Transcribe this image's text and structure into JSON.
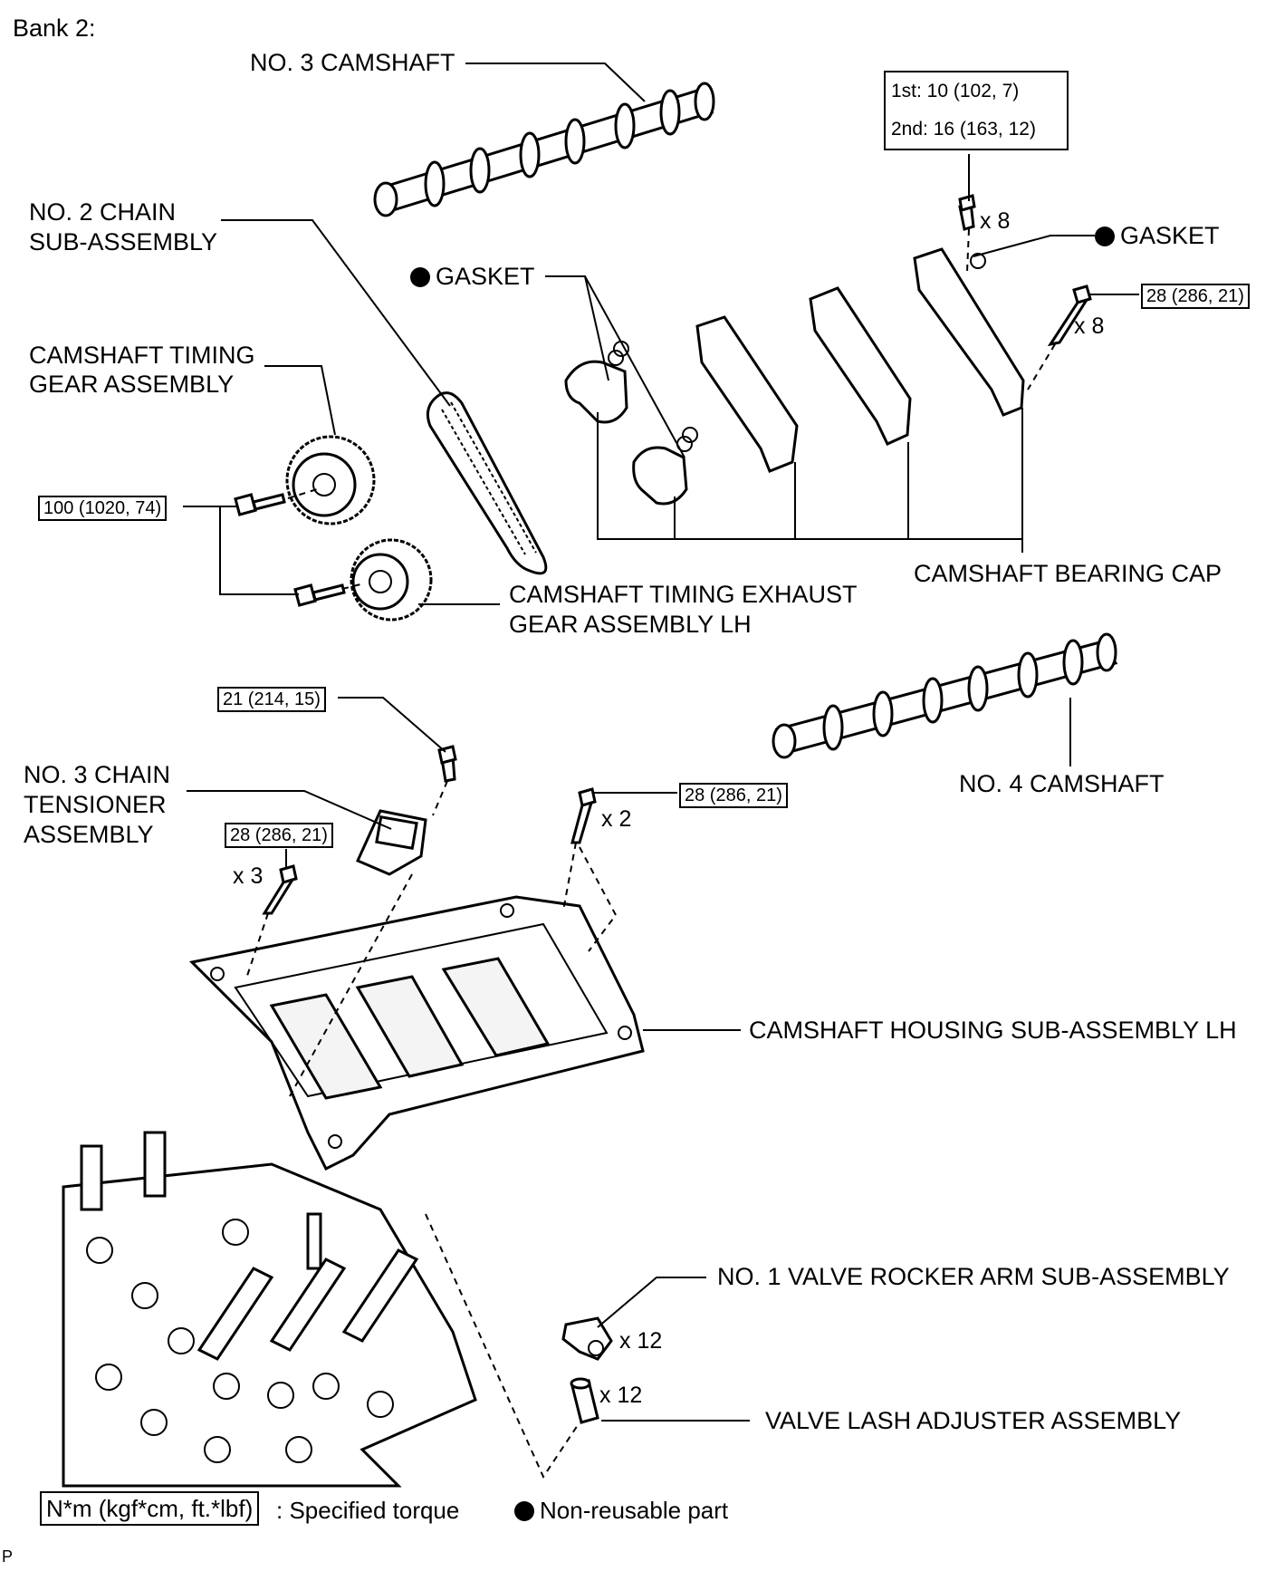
{
  "heading": "Bank 2:",
  "labels": {
    "no3_camshaft": "NO. 3 CAMSHAFT",
    "no2_chain_line1": "NO. 2 CHAIN",
    "no2_chain_line2": "SUB-ASSEMBLY",
    "gasket_left": "GASKET",
    "gasket_right": "GASKET",
    "timing_gear_line1": "CAMSHAFT TIMING",
    "timing_gear_line2": "GEAR ASSEMBLY",
    "exhaust_gear_line1": "CAMSHAFT TIMING EXHAUST",
    "exhaust_gear_line2": "GEAR ASSEMBLY LH",
    "bearing_cap": "CAMSHAFT BEARING CAP",
    "no4_camshaft": "NO. 4 CAMSHAFT",
    "tensioner_line1": "NO. 3 CHAIN",
    "tensioner_line2": "TENSIONER",
    "tensioner_line3": "ASSEMBLY",
    "housing": "CAMSHAFT HOUSING SUB-ASSEMBLY LH",
    "rocker_arm": "NO. 1 VALVE ROCKER ARM SUB-ASSEMBLY",
    "lash_adjuster": "VALVE LASH ADJUSTER ASSEMBLY"
  },
  "torques": {
    "bearing_cap_first": "1st: 10 (102, 7)",
    "bearing_cap_second": "2nd: 16 (163, 12)",
    "cap_bolt_outer": "28 (286, 21)",
    "gear_bolt": "100 (1020, 74)",
    "tensioner_bolt": "21 (214, 15)",
    "housing_bolt_a": "28 (286, 21)",
    "housing_bolt_b": "28 (286, 21)"
  },
  "quantities": {
    "cap_bolts_inner": "x 8",
    "cap_bolts_outer": "x 8",
    "housing_bolts_a": "x 2",
    "housing_bolts_b": "x 3",
    "rocker_arms": "x 12",
    "lash_adjusters": "x 12"
  },
  "legend": {
    "torque_key": "N*m (kgf*cm, ft.*lbf)",
    "torque_desc": ": Specified torque",
    "nonreusable_desc": "Non-reusable part"
  },
  "footer_mark": "P"
}
